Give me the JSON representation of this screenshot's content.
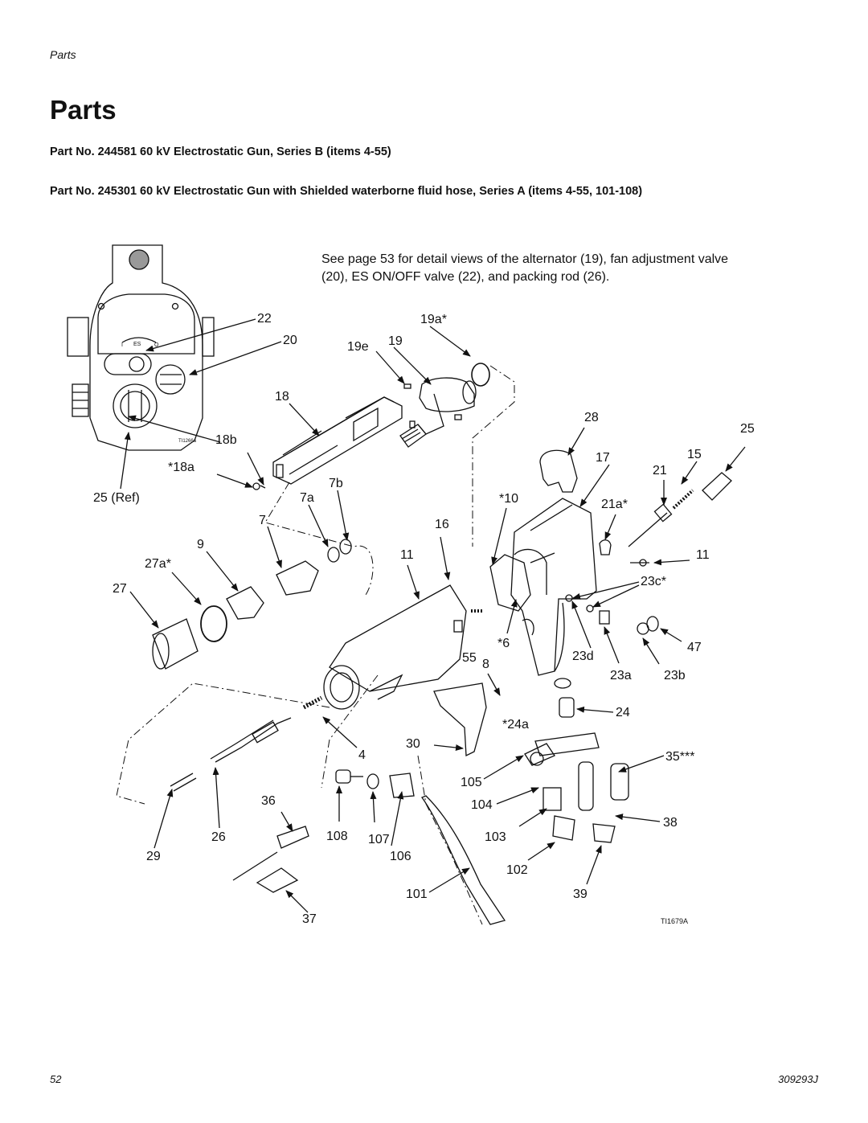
{
  "header": {
    "section": "Parts"
  },
  "title": "Parts",
  "subheadings": [
    "Part No. 244581 60 kV Electrostatic Gun, Series B (items 4-55)",
    "Part No. 245301 60 kV Electrostatic Gun with Shielded waterborne fluid hose, Series A (items 4-55, 101-108)"
  ],
  "note": "See page 53 for detail views of the alternator (19), fan adjustment valve (20), ES ON/OFF valve (22), and packing rod (26).",
  "diagram": {
    "labels": [
      "22",
      "20",
      "19a*",
      "19e",
      "19",
      "18",
      "28",
      "25",
      "18b",
      "17",
      "15",
      "*18a",
      "21",
      "25 (Ref)",
      "7a",
      "7b",
      "*10",
      "21a*",
      "7",
      "16",
      "9",
      "11",
      "11",
      "27a*",
      "23c*",
      "27",
      "*6",
      "47",
      "55",
      "8",
      "23d",
      "23a",
      "23b",
      "24",
      "*24a",
      "30",
      "4",
      "35***",
      "105",
      "36",
      "104",
      "38",
      "108",
      "107",
      "103",
      "26",
      "29",
      "106",
      "102",
      "101",
      "39",
      "37"
    ],
    "inset_small_id": "TI1266a",
    "inset_dial_labels": [
      "I",
      "ES",
      "O"
    ],
    "figure_id": "TI1679A"
  },
  "footer": {
    "page_number": "52",
    "doc_number": "309293J"
  }
}
